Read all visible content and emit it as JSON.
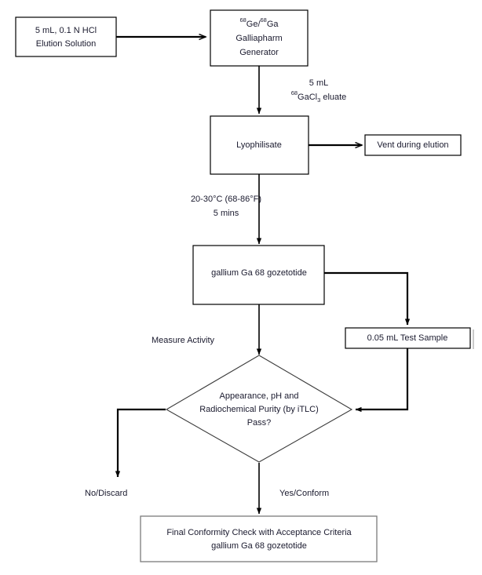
{
  "diagram": {
    "title": "Gallium Ga 68 gozetotide preparation flowchart",
    "type": "process-flowchart",
    "colors": {
      "line": "#000000",
      "box_border": "#000000",
      "box_border_gray": "#7b7b7b",
      "diamond_border": "#3b3b3b",
      "text": "#1a1a2e",
      "background": "#ffffff"
    }
  },
  "nodes": {
    "elution_solution": {
      "shape": "rectangle",
      "line1": "5 mL, 0.1 N HCl",
      "line2": "Elution Solution"
    },
    "generator": {
      "shape": "rectangle",
      "line1_sup1": "68",
      "line1_mid": "Ge/",
      "line1_sup2": "68",
      "line1_end": "Ga",
      "line2": "Galliapharm",
      "line3": "Generator"
    },
    "lyophilisate": {
      "shape": "rectangle",
      "label": "Lyophilisate"
    },
    "vent": {
      "shape": "rectangle",
      "label": "Vent during elution"
    },
    "product": {
      "shape": "rectangle",
      "label": "gallium Ga 68 gozetotide"
    },
    "test_sample": {
      "shape": "rectangle",
      "label": "0.05 mL Test Sample"
    },
    "decision": {
      "shape": "diamond",
      "line1": "Appearance, pH and",
      "line2": "Radiochemical Purity (by iTLC)",
      "line3": "Pass?"
    },
    "final_check": {
      "shape": "rectangle",
      "line1": "Final Conformity Check with Acceptance Criteria",
      "line2": "gallium Ga 68 gozetotide"
    }
  },
  "edge_labels": {
    "eluate_volume": "5 mL",
    "eluate_species_sup": "68",
    "eluate_species_mid": "GaCl",
    "eluate_species_sub": "3",
    "eluate_species_end": " eluate",
    "incubation_temp": "20-30°C (68-86°F)",
    "incubation_time": "5 mins",
    "measure_activity": "Measure Activity",
    "no_branch": "No/Discard",
    "yes_branch": "Yes/Conform"
  }
}
